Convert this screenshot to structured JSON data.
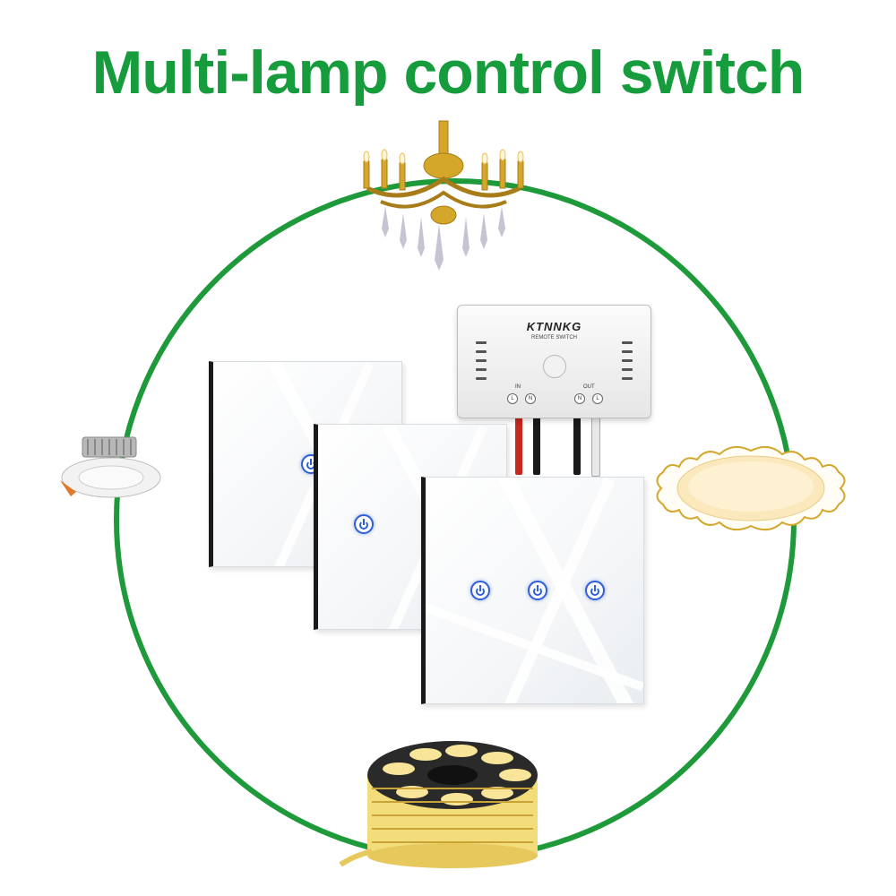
{
  "title": "Multi-lamp control switch",
  "colors": {
    "title": "#169C3C",
    "ring": "#1E9A3A",
    "button_accent": "#2F5FD6",
    "gold": "#D4A62A"
  },
  "module": {
    "brand": "KTNNKG",
    "subtitle": "REMOTE  SWITCH",
    "in_label": "IN",
    "out_label": "OUT",
    "terminals": [
      "L",
      "N",
      "N",
      "L"
    ]
  },
  "panels": [
    {
      "buttons": 1
    },
    {
      "buttons": 1
    },
    {
      "buttons": 3
    }
  ],
  "lamps": [
    "chandelier-icon",
    "downlight-icon",
    "ceiling-lamp-icon",
    "led-strip-reel-icon"
  ]
}
